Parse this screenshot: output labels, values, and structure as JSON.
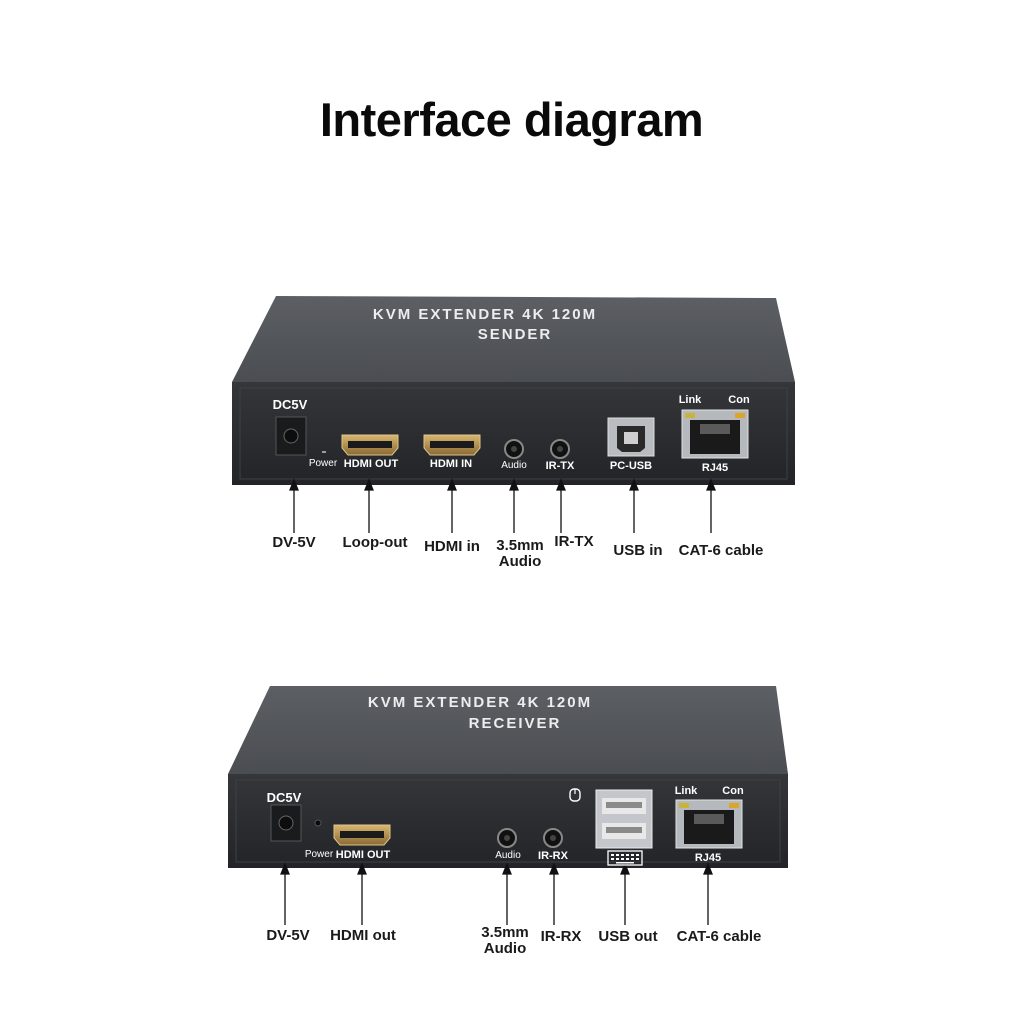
{
  "title": "Interface diagram",
  "sender": {
    "top_line1": "KVM EXTENDER 4K 120M",
    "top_line2": "SENDER",
    "panel": {
      "dc5v": "DC5V",
      "power": "Power",
      "hdmi_out": "HDMI OUT",
      "hdmi_in": "HDMI IN",
      "audio": "Audio",
      "ir_tx": "IR-TX",
      "pc_usb": "PC-USB",
      "link": "Link",
      "con": "Con",
      "rj45": "RJ45"
    },
    "callouts": {
      "dv5v": "DV-5V",
      "loop_out": "Loop-out",
      "hdmi_in": "HDMI in",
      "audio_l1": "3.5mm",
      "audio_l2": "Audio",
      "ir_tx": "IR-TX",
      "usb_in": "USB in",
      "cat6": "CAT-6 cable"
    }
  },
  "receiver": {
    "top_line1": "KVM EXTENDER 4K 120M",
    "top_line2": "RECEIVER",
    "panel": {
      "dc5v": "DC5V",
      "power": "Power",
      "hdmi_out": "HDMI OUT",
      "audio": "Audio",
      "ir_rx": "IR-RX",
      "link": "Link",
      "con": "Con",
      "rj45": "RJ45"
    },
    "callouts": {
      "dv5v": "DV-5V",
      "hdmi_out": "HDMI out",
      "audio_l1": "3.5mm",
      "audio_l2": "Audio",
      "ir_rx": "IR-RX",
      "usb_out": "USB out",
      "cat6": "CAT-6 cable"
    }
  },
  "colors": {
    "case_top": "#55585c",
    "case_front": "#2b2d31",
    "port_gold": "#b8934e",
    "label_text": "#1a1a1a"
  },
  "icons": [
    "mouse-icon",
    "keyboard-icon"
  ]
}
